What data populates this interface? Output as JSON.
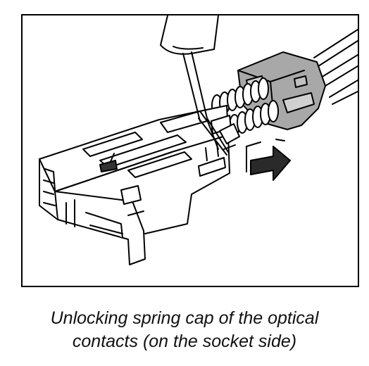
{
  "caption": {
    "line1": "Unlocking spring cap of the optical",
    "line2": "contacts (on the socket side)"
  },
  "colors": {
    "line": "#000000",
    "cap_fill": "#a8a8a8",
    "arrow_fill": "#2a2a2a",
    "paper": "#ffffff"
  },
  "icons": [
    "screwdriver",
    "connector-housing",
    "springs",
    "spring-cap",
    "direction-arrow"
  ]
}
